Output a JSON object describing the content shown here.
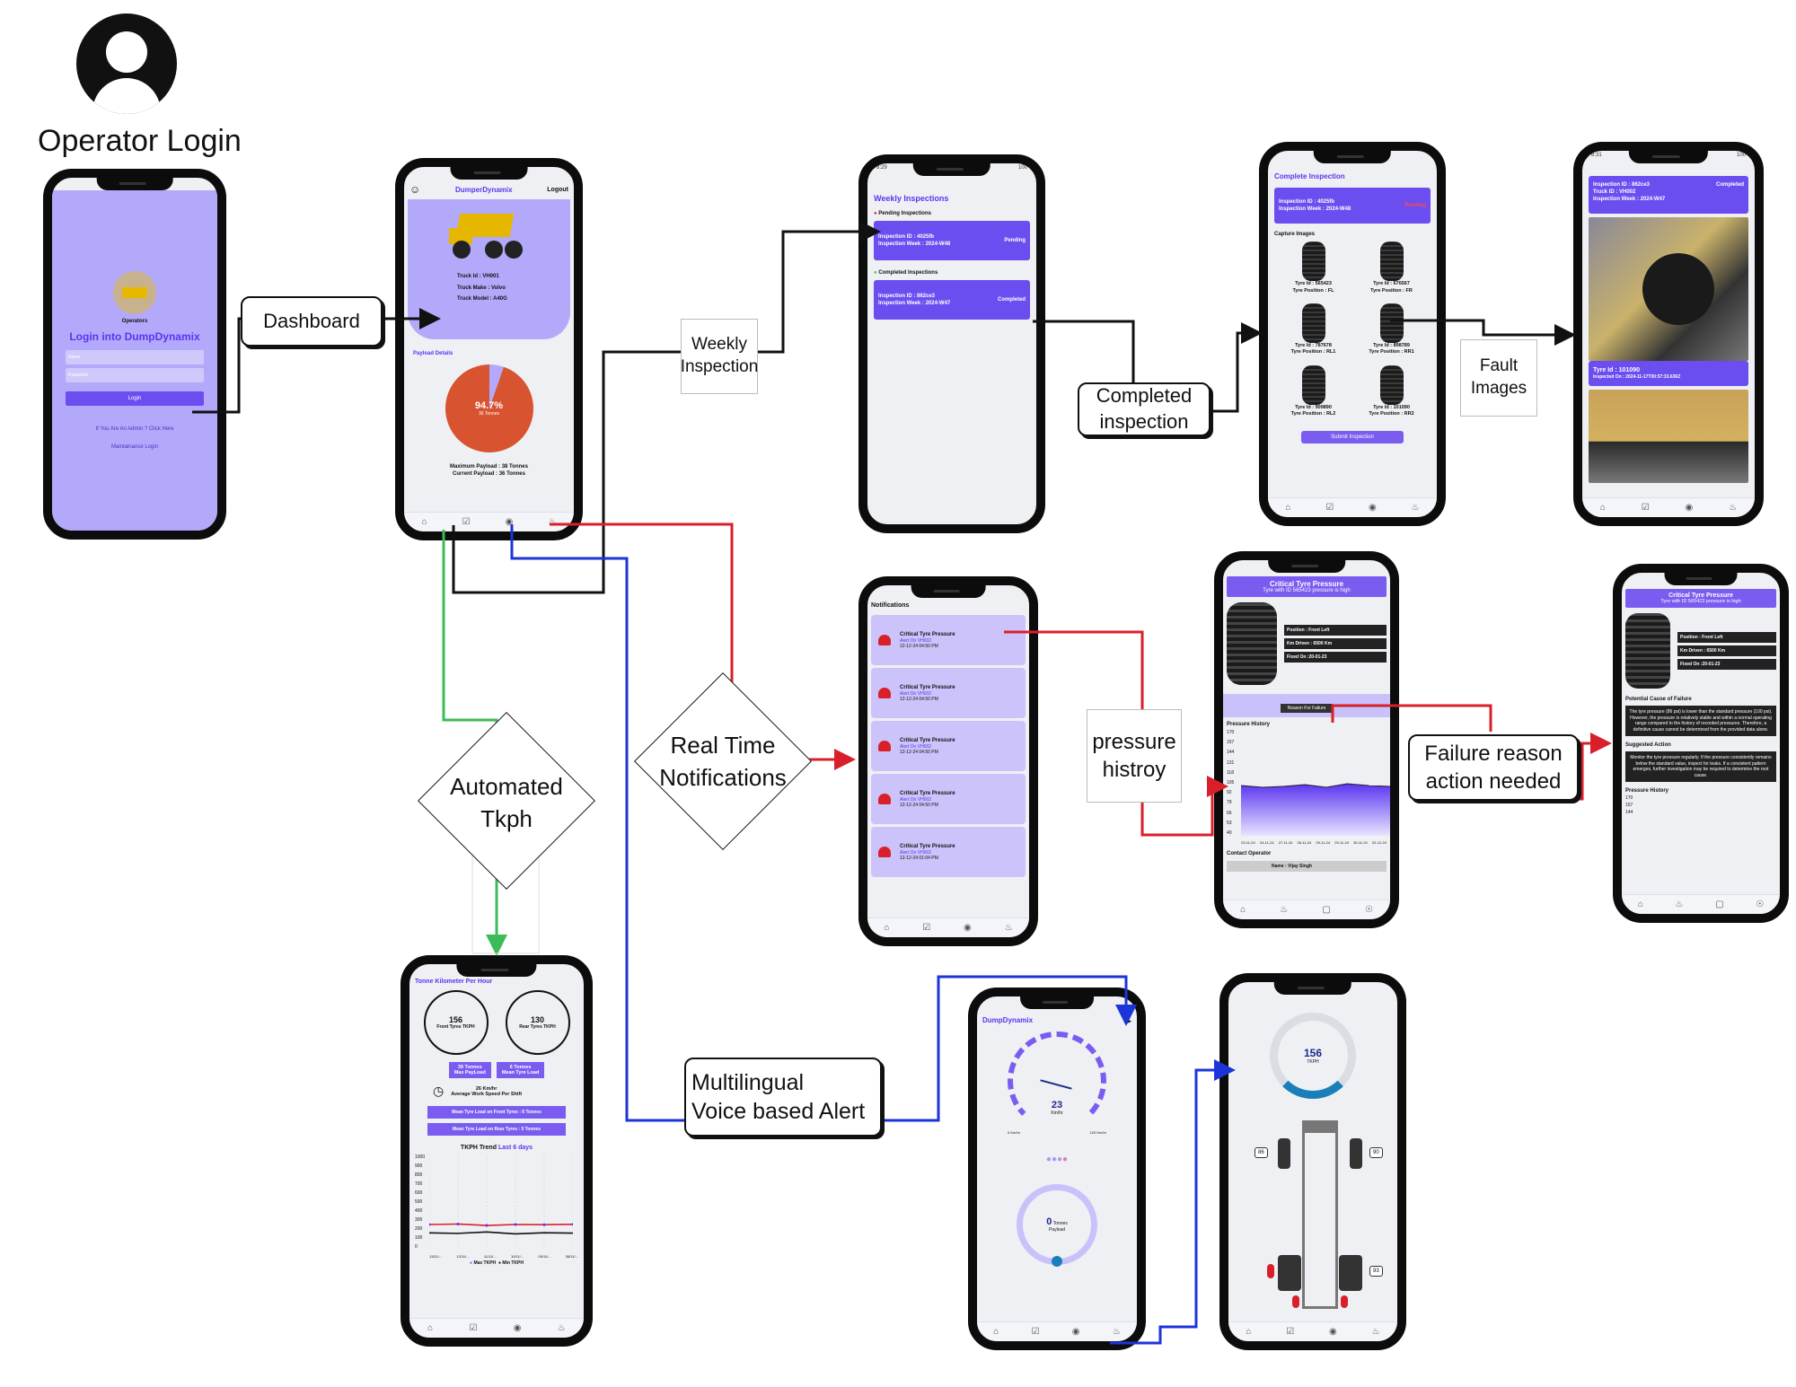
{
  "operator": {
    "title": "Operator Login"
  },
  "labels": {
    "dashboard": "Dashboard",
    "weekly_line1": "Weekly",
    "weekly_line2": "Inspection",
    "completed_line1": "Completed",
    "completed_line2": "inspection",
    "fault_line1": "Fault",
    "fault_line2": "Images",
    "tkph_line1": "Automated",
    "tkph_line2": "Tkph",
    "rt_line1": "Real Time",
    "rt_line2": "Notifications",
    "pressure_line1": "pressure",
    "pressure_line2": "histroy",
    "failure_line1": "Failure reason",
    "failure_line2": "action needed",
    "voice_line1": "Multilingual",
    "voice_line2": "Voice based Alert"
  },
  "login": {
    "role": "Operators",
    "title": "Login into DumpDynamix",
    "user_placeholder": "Name",
    "pass_placeholder": "Password",
    "login_btn": "Login",
    "admin_link": "If You Are An Admin ? Click Here",
    "maintenance_link": "Maintainance Login"
  },
  "dashboard": {
    "brand": "DumperDynamix",
    "logout": "Logout",
    "truck_id": "Truck Id : VH001",
    "truck_make": "Truck Make : Volvo",
    "truck_model": "Truck Model : A40G",
    "payload_title": "Payload Details",
    "pie_pct": "94.7%",
    "pie_sub": "36 Tonnes",
    "max_payload": "Maximum Payload : 38 Tonnes",
    "current_payload": "Current Payload : 36 Tonnes"
  },
  "weekly": {
    "title": "Weekly Inspections",
    "pending_h": "Pending Inspections",
    "completed_h": "Completed Inspections",
    "pending_card": {
      "id": "Inspection ID : 4025fb",
      "week": "Inspection Week : 2024-W48",
      "status": "Pending"
    },
    "completed_card": {
      "id": "Inspection ID : 862ce3",
      "week": "Inspection Week : 2024-W47",
      "status": "Completed"
    }
  },
  "complete": {
    "title": "Complete Inspection",
    "id": "Inspection ID : 4025fb",
    "week": "Inspection Week : 2024-W48",
    "status": "Pending",
    "capture": "Capture Images",
    "submit": "Submit Inspection",
    "tyres": [
      {
        "id": "Tyre Id : 565423",
        "pos": "Tyre Position : FL"
      },
      {
        "id": "Tyre Id : 676567",
        "pos": "Tyre Position : FR"
      },
      {
        "id": "Tyre Id : 787678",
        "pos": "Tyre Position : RL1"
      },
      {
        "id": "Tyre Id : 898789",
        "pos": "Tyre Position : RR1"
      },
      {
        "id": "Tyre Id : 909890",
        "pos": "Tyre Position : RL2"
      },
      {
        "id": "Tyre Id : 101090",
        "pos": "Tyre Position : RR2"
      }
    ]
  },
  "fault": {
    "id": "Inspection ID : 862ce3",
    "truck": "Truck ID : VH002",
    "week": "Inspection Week : 2024-W47",
    "status": "Completed",
    "tyre": "Tyre Id : 101090",
    "inspected": "Inspected On : 2024-11-17T00:57:33.636Z"
  },
  "notifications": {
    "title": "Notifications",
    "items": [
      {
        "title": "Critical Tyre Pressure",
        "sub": "Alert On VH002",
        "time": "12-12-24 04:50 PM"
      },
      {
        "title": "Critical Tyre Pressure",
        "sub": "Alert On VH002",
        "time": "12-12-24 04:50 PM"
      },
      {
        "title": "Critical Tyre Pressure",
        "sub": "Alert On VH002",
        "time": "12-12-24 04:50 PM"
      },
      {
        "title": "Critical Tyre Pressure",
        "sub": "Alert On VH002",
        "time": "12-12-24 04:50 PM"
      },
      {
        "title": "Critical Tyre Pressure",
        "sub": "Alert On VH002",
        "time": "12-12-24 01:04 PM"
      }
    ]
  },
  "critical": {
    "title": "Critical Tyre Pressure",
    "sub": "Tyre with ID 565423 pressure is high",
    "position": "Position : Front Left",
    "km": "Km Driven : 6500 Km",
    "fixed": "Fixed On :20-01-23",
    "reason_btn": "Reason For Failure",
    "history": "Pressure History",
    "contact": "Contact Operator",
    "name": "Name : Vijay Singh",
    "yticks": [
      "170",
      "157",
      "144",
      "131",
      "118",
      "105",
      "92",
      "79",
      "66",
      "53",
      "40"
    ],
    "xticks": [
      "23-11-24",
      "24-11-24",
      "27-11-24",
      "28-11-24",
      "29-11-24",
      "29-11-24",
      "30-11-24",
      "02-12-24"
    ]
  },
  "failure": {
    "title": "Critical Tyre Pressure",
    "sub": "Tyre with ID 565423 pressure is high",
    "position": "Position : Front Left",
    "km": "Km Driven : 6500 Km",
    "fixed": "Fixed On :20-01-23",
    "cause_h": "Potential Cause of Failure",
    "cause": "The tyre pressure (86 psi) is lower than the standard pressure (100 psi). However, the pressure is relatively stable and within a normal operating range compared to the history of recorded pressures. Therefore, a definitive cause cannot be determined from the provided data alone.",
    "action_h": "Suggested Action",
    "action": "Monitor the tyre pressure regularly. If the pressure consistently remains below the standard value, inspect for leaks. If a consistent pattern emerges, further investigation may be required to determine the root cause.",
    "history": "Pressure History",
    "yticks": [
      "170",
      "157",
      "144"
    ]
  },
  "tkph": {
    "title": "Tonne Kilometer Per Hour",
    "front_val": "156",
    "front_lbl": "Front Tyres TKPH",
    "rear_val": "130",
    "rear_lbl": "Rear Tyres TKPH",
    "max_load_val": "39 Tonnes",
    "max_load_lbl": "Max PayLoad",
    "mean_load_val": "6 Tonnes",
    "mean_load_lbl": "Mean Tyre Load",
    "speed_val": "26 Km/hr",
    "speed_lbl": "Average Work Speed Per Shift",
    "front_bar": "Mean Tyre Load on Front Tyres : 6 Tonnes",
    "rear_bar": "Mean Tyre Load on Rear Tyres : 5 Tonnes",
    "trend": "TKPH Trend",
    "trend_sub": "Last 6 days",
    "legend_max": "Max TKPH",
    "legend_min": "Min TKPH",
    "yticks": [
      "1000",
      "900",
      "800",
      "700",
      "600",
      "500",
      "400",
      "300",
      "200",
      "100",
      "0"
    ],
    "xticks": [
      "13/11/...",
      "12/11/...",
      "11/11/...",
      "10/11/...",
      "09/11/...",
      "08/11/..."
    ]
  },
  "voice": {
    "brand": "DumpDynamix",
    "speed": "23",
    "speed_unit": "Km/hr",
    "min": "0 Km/hr",
    "max": "120 Km/hr",
    "payload_val": "0",
    "payload_unit": "Tonnes",
    "payload_lbl": "Payload"
  },
  "truckview": {
    "tkph_val": "156",
    "tkph_lbl": "TKPH",
    "p_fl": "86",
    "p_fr": "90",
    "p_rr": "93"
  },
  "chart_data": {
    "type": "line",
    "title": "TKPH Trend",
    "series": [
      {
        "name": "Max TKPH",
        "values": [
          250,
          255,
          240,
          250,
          248,
          252
        ]
      },
      {
        "name": "Min TKPH",
        "values": [
          160,
          155,
          170,
          150,
          162,
          158
        ]
      }
    ],
    "categories": [
      "13/11",
      "12/11",
      "11/11",
      "10/11",
      "09/11",
      "08/11"
    ],
    "ylim": [
      0,
      1000
    ]
  },
  "colors": {
    "accent": "#7b5cf0",
    "red": "#d9202a",
    "green": "#3cbc59",
    "blue": "#1c35d8"
  }
}
